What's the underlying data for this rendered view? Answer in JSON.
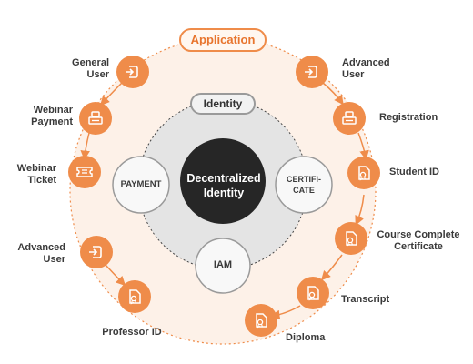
{
  "application_label": "Application",
  "identity_label": "Identity",
  "center": {
    "line1": "Decentralized",
    "line2": "Identity"
  },
  "inner_nodes": {
    "payment": "PAYMENT",
    "certificate_line1": "CERTIFI-",
    "certificate_line2": "CATE",
    "iam": "IAM"
  },
  "left_steps": [
    {
      "line1": "General",
      "line2": "User",
      "icon": "login-arrow-icon"
    },
    {
      "line1": "Webinar",
      "line2": "Payment",
      "icon": "cash-register-icon"
    },
    {
      "line1": "Webinar",
      "line2": "Ticket",
      "icon": "ticket-icon"
    },
    {
      "line1": "Advanced",
      "line2": "User",
      "icon": "login-arrow-icon"
    },
    {
      "line1": "Professor ID",
      "line2": "",
      "icon": "document-badge-icon"
    }
  ],
  "right_steps": [
    {
      "line1": "Advanced",
      "line2": "User",
      "icon": "login-arrow-icon"
    },
    {
      "line1": "Registration",
      "line2": "",
      "icon": "cash-register-icon"
    },
    {
      "line1": "Student ID",
      "line2": "",
      "icon": "document-badge-icon"
    },
    {
      "line1": "Course Complete",
      "line2": "Certificate",
      "icon": "document-badge-icon"
    },
    {
      "line1": "Transcript",
      "line2": "",
      "icon": "document-badge-icon"
    },
    {
      "line1": "Diploma",
      "line2": "",
      "icon": "document-badge-icon"
    }
  ],
  "colors": {
    "accent": "#ef8c4a",
    "accent_light": "#fdf1e8",
    "inner_gray": "#e4e4e4",
    "node_white": "#f8f8f8",
    "center_dark": "#262626"
  }
}
